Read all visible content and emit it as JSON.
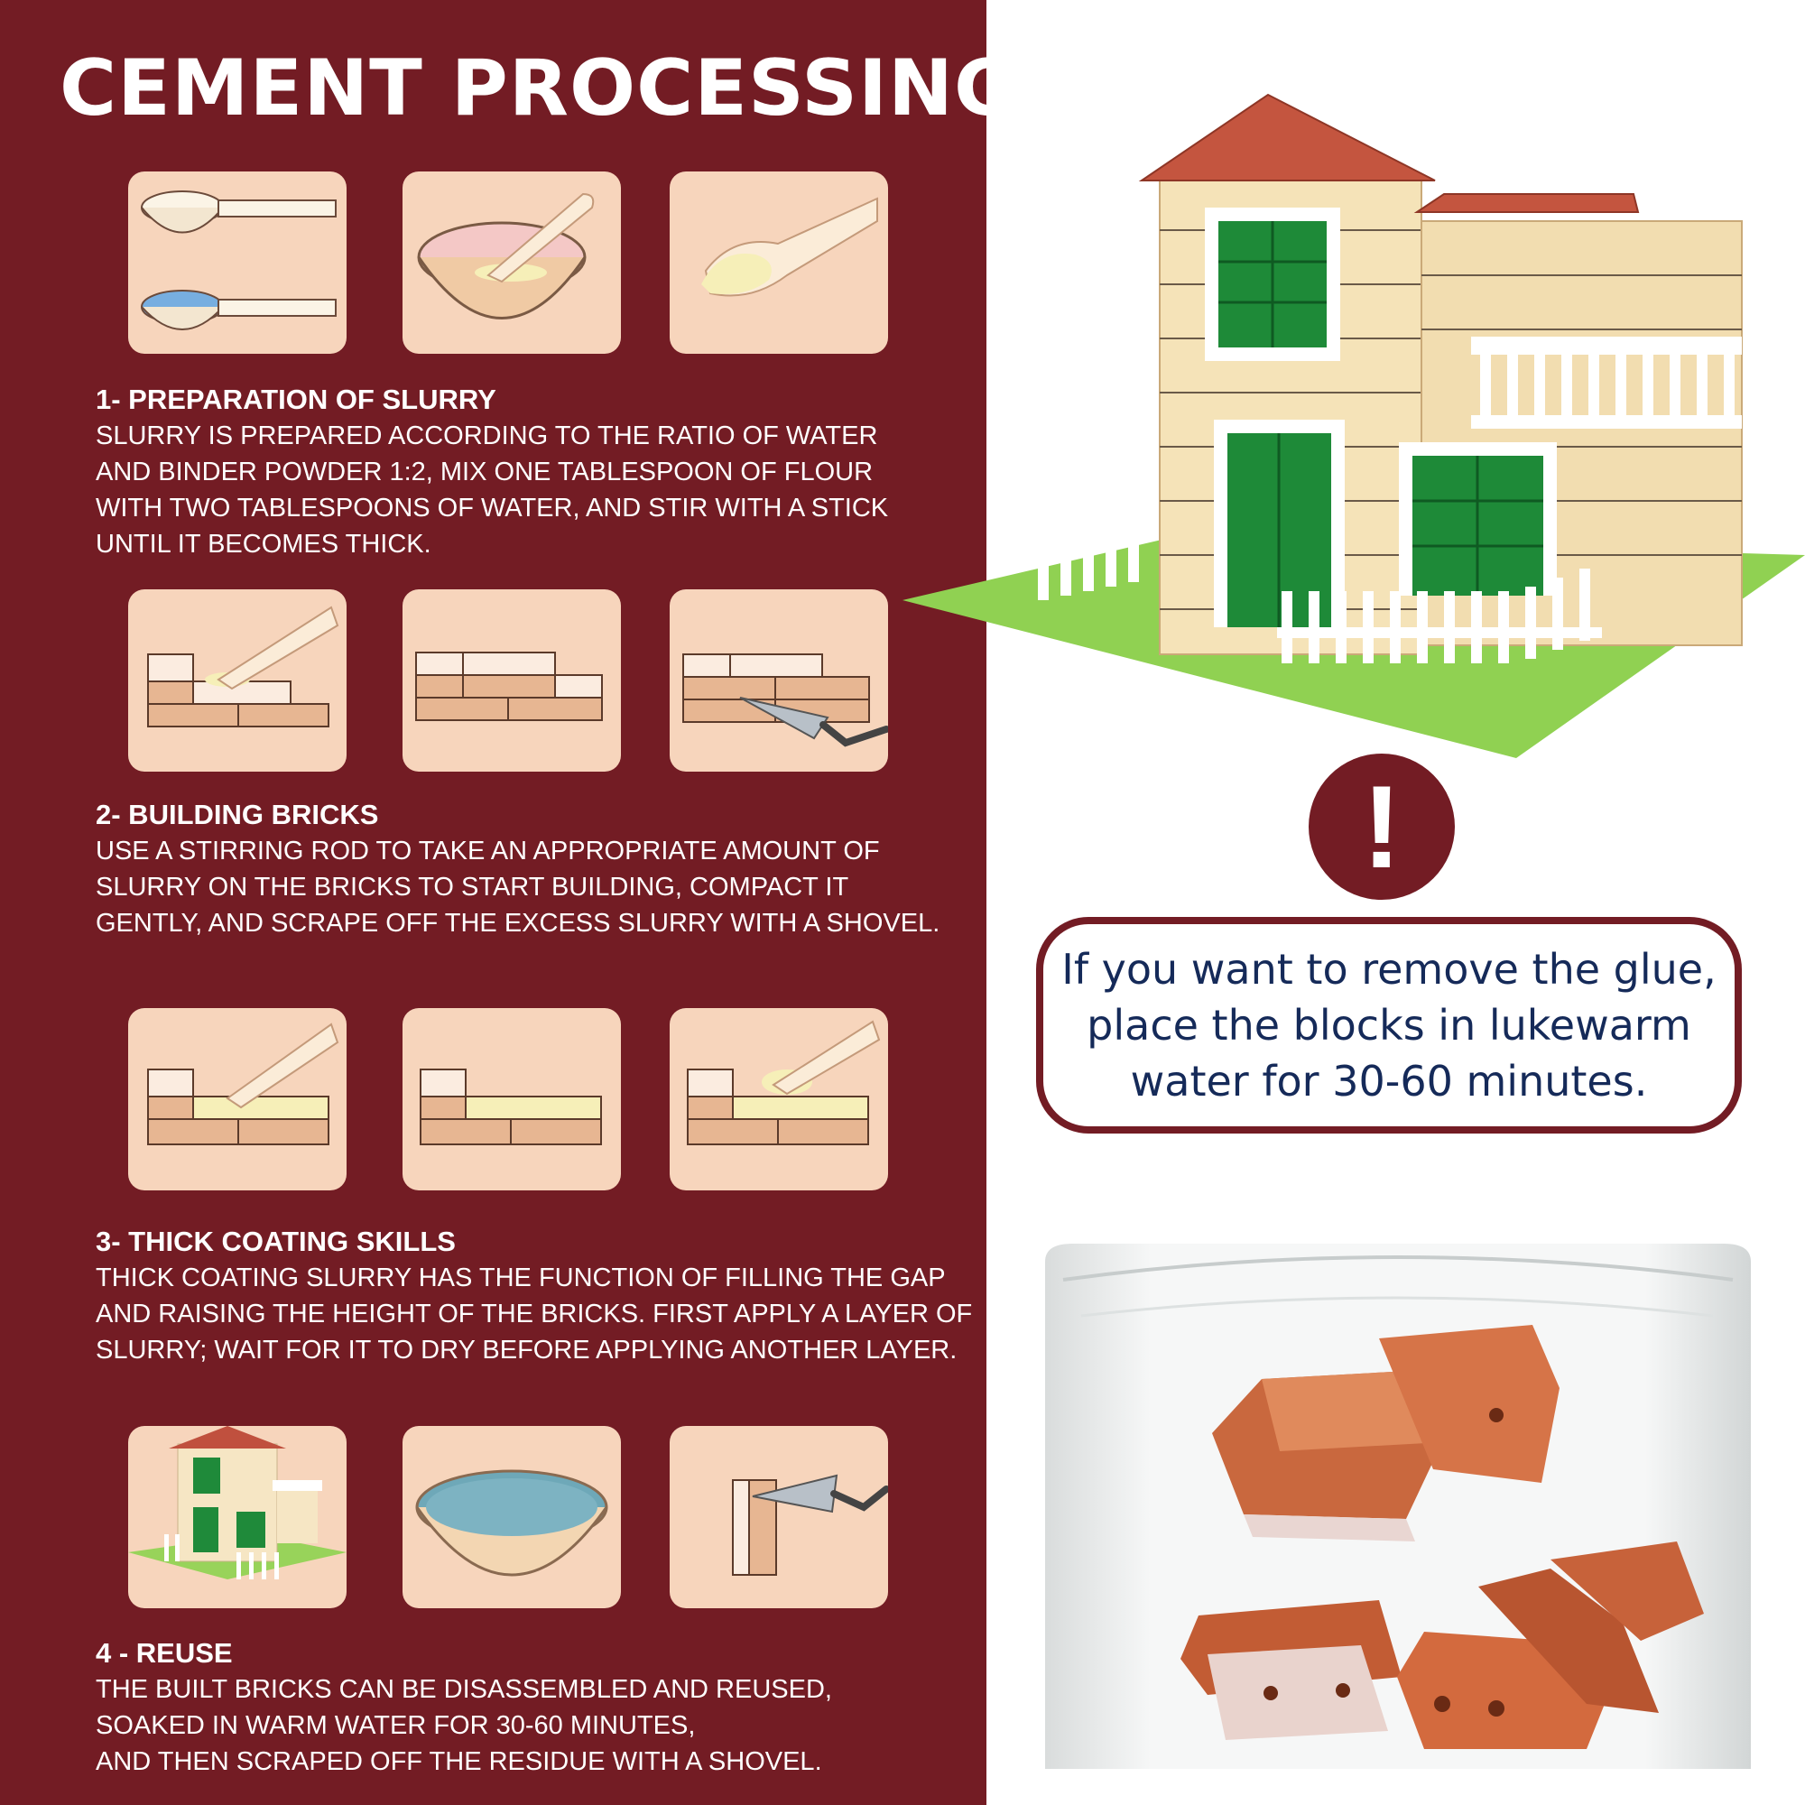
{
  "title": "CEMENT PROCESSING",
  "steps": [
    {
      "heading": "1- PREPARATION OF SLURRY",
      "lines": [
        "SLURRY IS PREPARED ACCORDING TO THE RATIO OF WATER",
        "AND BINDER POWDER 1:2, MIX ONE TABLESPOON OF FLOUR",
        "WITH TWO TABLESPOONS OF WATER, AND STIR WITH A STICK",
        "UNTIL IT BECOMES THICK."
      ]
    },
    {
      "heading": "2- BUILDING BRICKS",
      "lines": [
        "USE A STIRRING ROD TO TAKE AN APPROPRIATE AMOUNT OF",
        "SLURRY ON THE BRICKS TO START BUILDING, COMPACT IT",
        "GENTLY, AND SCRAPE OFF THE EXCESS SLURRY WITH A SHOVEL."
      ]
    },
    {
      "heading": "3- THICK COATING SKILLS",
      "lines": [
        "THICK COATING SLURRY HAS THE FUNCTION OF FILLING THE GAP",
        "AND RAISING THE HEIGHT OF THE BRICKS. FIRST APPLY A LAYER OF",
        "SLURRY; WAIT FOR IT TO DRY BEFORE APPLYING ANOTHER LAYER."
      ]
    },
    {
      "heading": "4 - REUSE",
      "lines": [
        "THE BUILT BRICKS CAN BE DISASSEMBLED AND REUSED,",
        "SOAKED IN WARM WATER FOR 30-60 MINUTES,",
        "AND THEN SCRAPED OFF THE RESIDUE WITH A SHOVEL."
      ]
    }
  ],
  "alert": {
    "symbol": "!",
    "lines": [
      "If you want to remove the glue,",
      "place the blocks in lukewarm",
      "water for 30-60 minutes."
    ]
  },
  "colors": {
    "panel": "#731c24",
    "tile": "#f7d5bc",
    "callout_text": "#152a59"
  },
  "icons": [
    "measuring-spoon-icon",
    "mixing-bowl-icon",
    "slurry-spoon-icon",
    "brick-icon",
    "trowel-icon",
    "house-model-icon",
    "water-bowl-icon",
    "exclamation-icon"
  ]
}
